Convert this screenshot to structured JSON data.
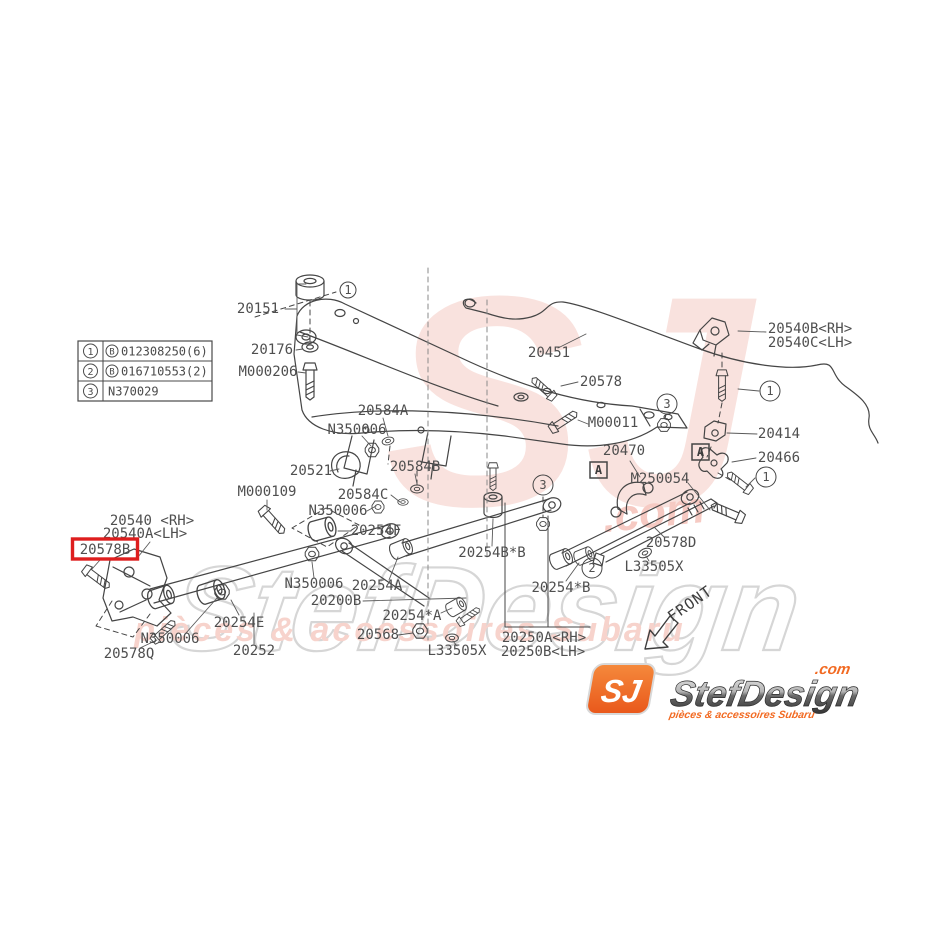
{
  "colors": {
    "line": "#454545",
    "label": "#4f4f4f",
    "highlight_red": "#de1e1e",
    "logo_orange": "#f26a22",
    "watermark_pink": "#f7d9d3",
    "watermark_gray": "#d6d6d6"
  },
  "legend": {
    "rows": [
      {
        "num": "1",
        "prefix": "B",
        "code": "012308250(6)"
      },
      {
        "num": "2",
        "prefix": "B",
        "code": "016710553(2)"
      },
      {
        "num": "3",
        "prefix": "",
        "code": "N370029"
      }
    ]
  },
  "callouts": {
    "c1": "1",
    "c2": "2",
    "c3": "3",
    "boxA": "A"
  },
  "labels": {
    "p20151": "20151",
    "p20176": "20176",
    "m000206": "M000206",
    "p20451": "20451",
    "p20578": "20578",
    "p20540b": "20540B<RH>",
    "p20540c": "20540C<LH>",
    "p20584a": "20584A",
    "n350006": "N350006",
    "p20521": "20521",
    "p20584b": "20584B",
    "p20584c": "20584C",
    "m000109": "M000109",
    "p20254f": "20254F",
    "m00011": "M00011",
    "p20470": "20470",
    "m250054": "M250054",
    "p20414": "20414",
    "p20466": "20466",
    "p20540rh": "20540 <RH>",
    "p20540alh": "20540A<LH>",
    "p20578b": "20578B",
    "p20578q": "20578Q",
    "p20254e": "20254E",
    "p20252": "20252",
    "p20200b": "20200B",
    "p20254a": "20254A",
    "p20254sa": "20254*A",
    "p20568": "20568",
    "l33505x": "L33505X",
    "p20250a": "20250A<RH>",
    "p20250b": "20250B<LH>",
    "p20254bsb": "20254B*B",
    "p20254sb": "20254*B",
    "p20578d": "20578D"
  },
  "front_label": "FRONT",
  "watermark": {
    "monogram": "SJ",
    "brand": "StefDesign",
    "dotcom": ".com",
    "tagline": "pièces & accessoires Subaru"
  },
  "logo": {
    "monogram": "SJ",
    "brand": "StefDesign",
    "dotcom": ".com",
    "tagline": "pièces & accessoires Subaru"
  }
}
